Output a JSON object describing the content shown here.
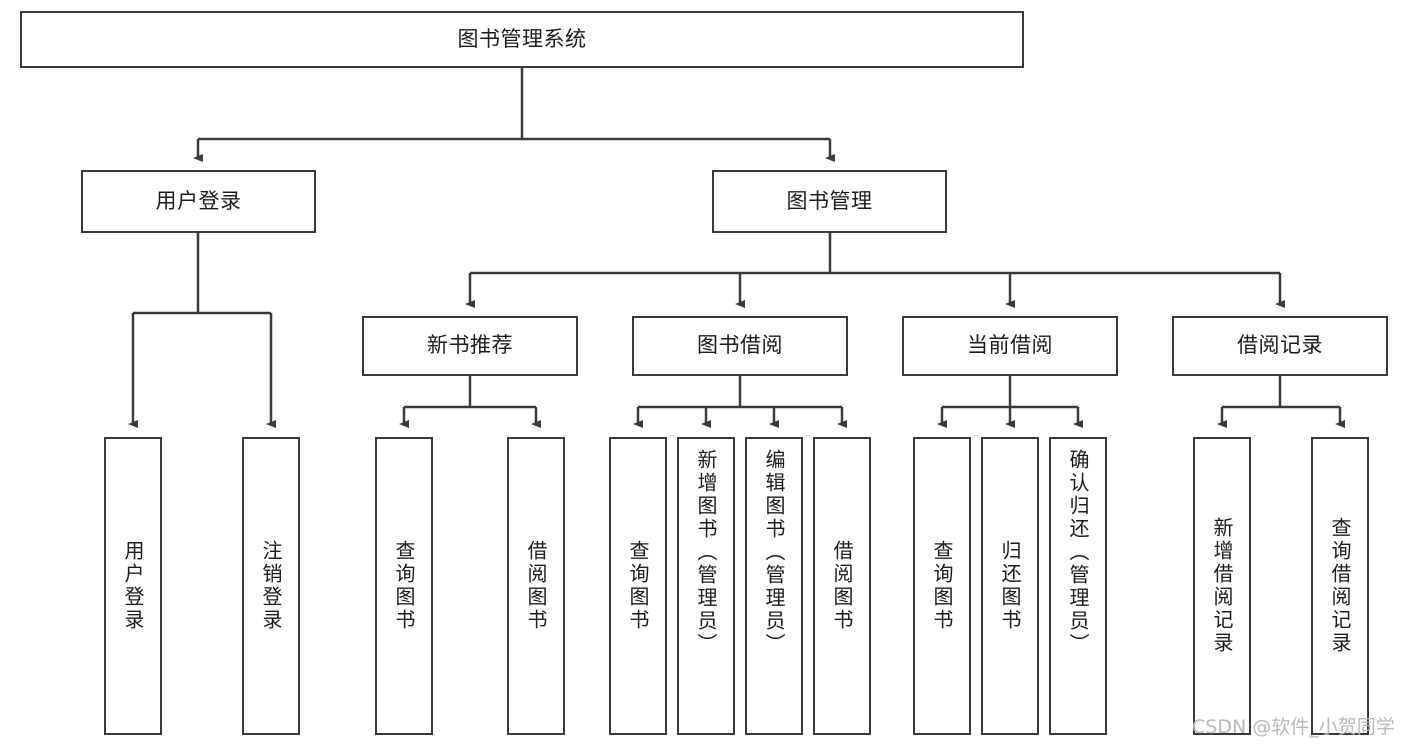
{
  "diagram": {
    "title": "图书管理系统",
    "type": "hierarchy-tree",
    "watermark": "CSDN @软件_小贺同学",
    "colors": {
      "stroke": "#3a3a3a",
      "fill": "#ffffff",
      "text": "#1c1c1c",
      "watermark": "#b9b9b9"
    },
    "nodes": {
      "root": "图书管理系统",
      "level2": [
        "用户登录",
        "图书管理"
      ],
      "level3": [
        "新书推荐",
        "图书借阅",
        "当前借阅",
        "借阅记录"
      ],
      "leaves": {
        "user_login": [
          "用户登录",
          "注销登录"
        ],
        "new_book": [
          "查询图书",
          "借阅图书"
        ],
        "book_borrow": [
          "查询图书",
          "新增图书（管理员）",
          "编辑图书（管理员）",
          "借阅图书"
        ],
        "current_borrow": [
          "查询图书",
          "归还图书",
          "确认归还（管理员）"
        ],
        "borrow_record": [
          "新增借阅记录",
          "查询借阅记录"
        ]
      }
    }
  }
}
